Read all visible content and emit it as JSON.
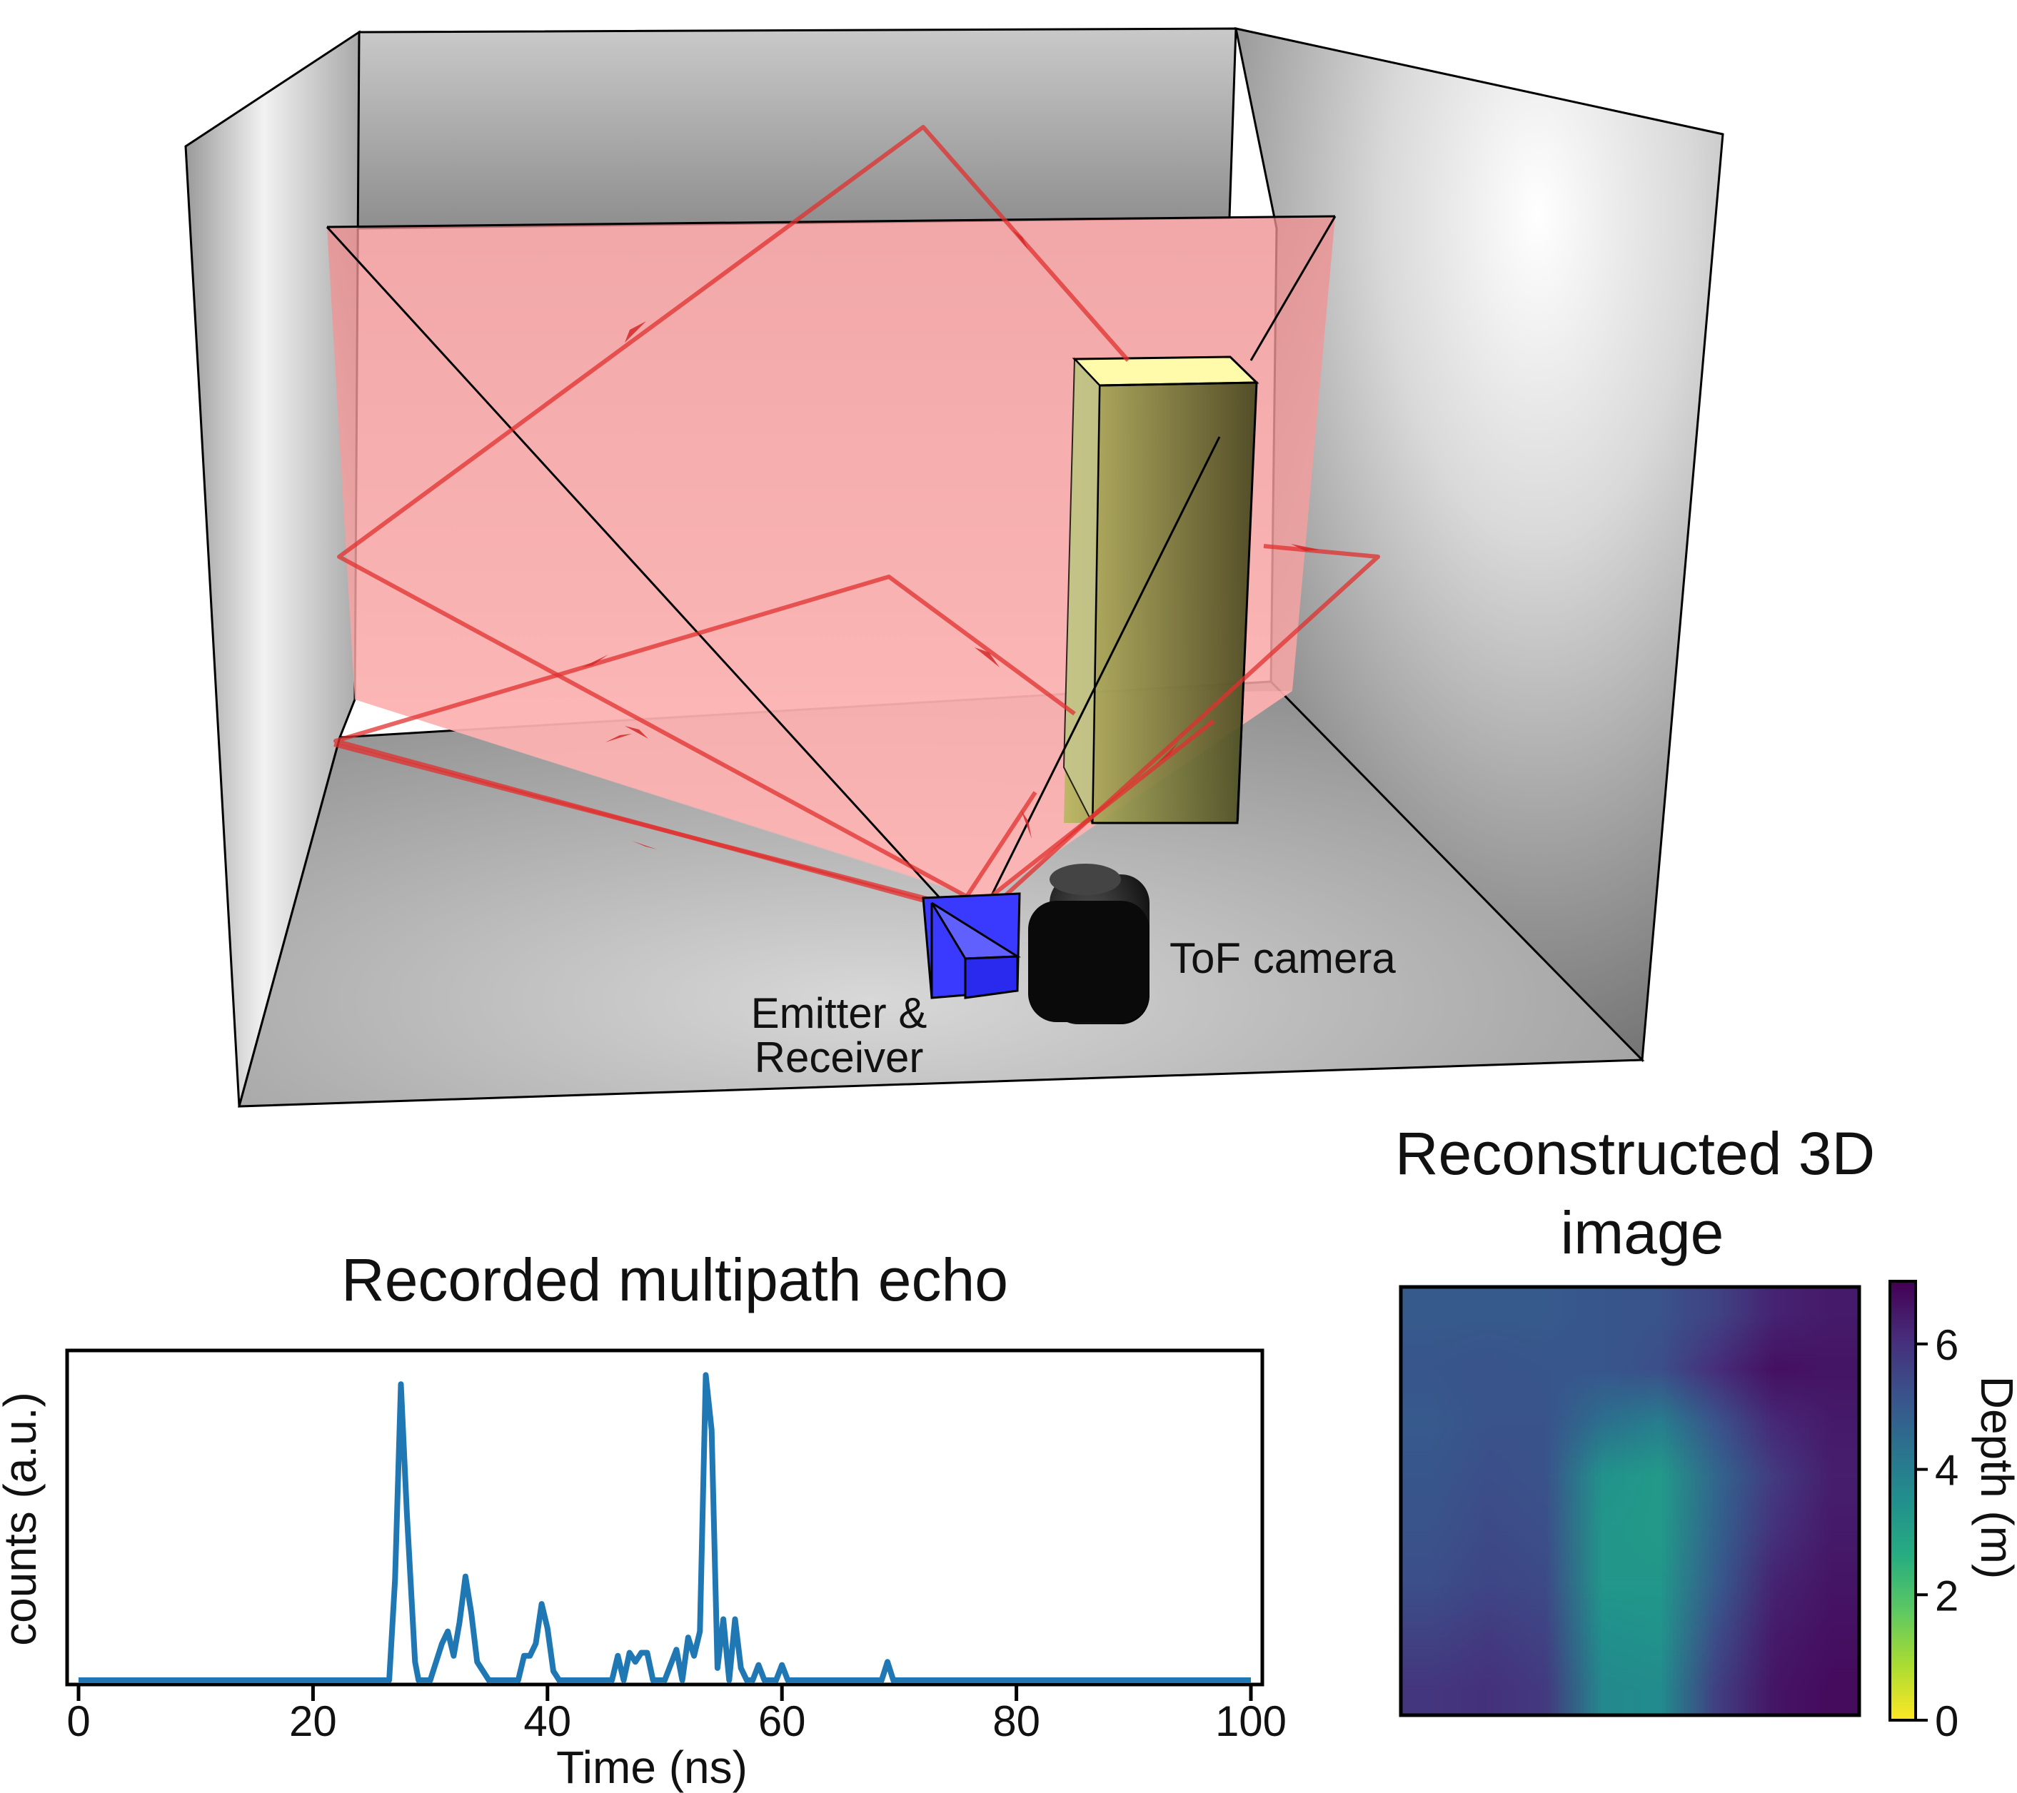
{
  "scene": {
    "labels": {
      "camera": "ToF camera",
      "emitter_line1": "Emitter &",
      "emitter_line2": "Receiver"
    },
    "colors": {
      "wall": "#b8b8b8",
      "beam": "#e0302f",
      "fov": "#f08080",
      "emitter": "#3333ff",
      "object": "#9a9a40",
      "camera": "#111111"
    }
  },
  "chart_data": [
    {
      "type": "line",
      "title": "Recorded multipath echo",
      "xlabel": "Time (ns)",
      "ylabel": "counts (a.u.)",
      "xlim": [
        0,
        100
      ],
      "ylim": [
        0,
        1.05
      ],
      "xticks": [
        0,
        20,
        40,
        60,
        80,
        100
      ],
      "line_color": "#1f77b4",
      "series": [
        {
          "x": [
            0,
            26.5,
            27,
            27.5,
            28,
            28.7,
            29,
            30,
            31,
            31.5,
            32,
            32.5,
            33,
            33.5,
            34,
            35,
            37.5,
            38,
            38.5,
            39,
            39.5,
            40,
            40.5,
            41,
            45.5,
            46,
            46.5,
            47,
            47.5,
            48,
            48.5,
            49,
            50,
            51,
            51.5,
            52,
            52.5,
            53,
            53.5,
            54,
            54.5,
            55,
            55.5,
            56,
            56.5,
            57,
            57.5,
            58,
            58.5,
            59,
            59.5,
            60,
            60.5,
            61,
            61.5,
            62,
            68.5,
            69,
            69.5,
            70,
            100
          ],
          "y": [
            0,
            0,
            0.33,
            0.97,
            0.55,
            0.06,
            0,
            0,
            0.12,
            0.16,
            0.08,
            0.19,
            0.34,
            0.22,
            0.06,
            0,
            0,
            0.08,
            0.08,
            0.12,
            0.25,
            0.17,
            0.03,
            0,
            0,
            0.08,
            0,
            0.09,
            0.06,
            0.09,
            0.09,
            0,
            0,
            0.1,
            0,
            0.14,
            0.08,
            0.16,
            1.0,
            0.82,
            0.04,
            0.2,
            0,
            0.2,
            0.04,
            0,
            0,
            0.05,
            0,
            0,
            0,
            0.05,
            0,
            0,
            0,
            0,
            0,
            0.06,
            0,
            0,
            0
          ]
        }
      ]
    },
    {
      "type": "heatmap",
      "title": "Reconstructed 3D image",
      "colorbar_label": "Depth (m)",
      "colorbar_ticks": [
        0,
        2,
        4,
        6
      ],
      "vmin": 0,
      "vmax": 7,
      "colormap": "viridis_r",
      "grid_rows": 8,
      "grid_cols": 8,
      "depth_grid": [
        [
          5.0,
          5.0,
          5.0,
          5.1,
          5.2,
          5.6,
          6.3,
          6.5
        ],
        [
          5.1,
          5.2,
          5.1,
          5.1,
          5.3,
          6.1,
          6.7,
          6.6
        ],
        [
          5.0,
          5.2,
          5.2,
          4.4,
          4.0,
          5.2,
          6.2,
          6.5
        ],
        [
          5.1,
          5.3,
          5.2,
          3.4,
          3.2,
          4.7,
          5.8,
          6.4
        ],
        [
          5.2,
          5.4,
          5.3,
          3.3,
          3.2,
          4.8,
          6.0,
          6.5
        ],
        [
          5.3,
          5.5,
          5.4,
          3.3,
          3.3,
          5.0,
          6.3,
          6.6
        ],
        [
          5.6,
          5.8,
          5.6,
          3.5,
          3.4,
          5.4,
          6.5,
          6.7
        ],
        [
          5.9,
          6.0,
          5.8,
          3.7,
          3.6,
          5.7,
          6.6,
          6.8
        ]
      ]
    }
  ]
}
